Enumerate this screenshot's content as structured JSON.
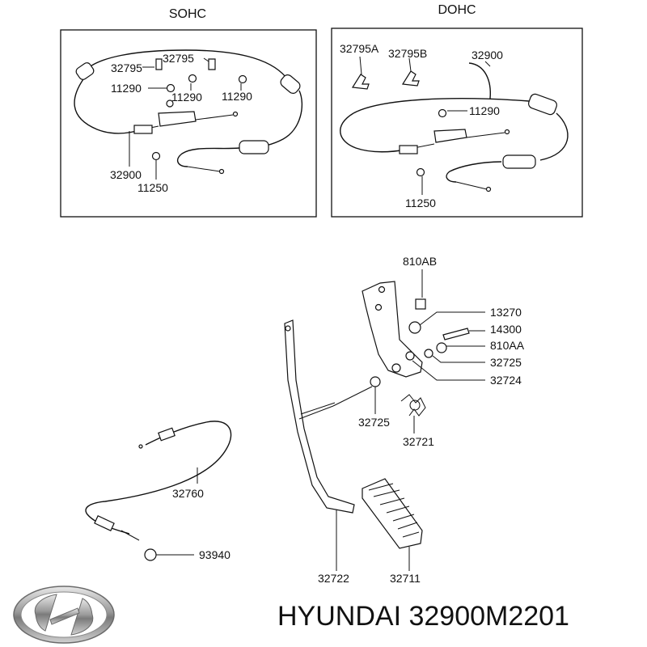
{
  "panels": {
    "sohc": {
      "title": "SOHC",
      "labels": [
        "32795",
        "32795",
        "11290",
        "11290",
        "11290",
        "32900",
        "11250"
      ]
    },
    "dohc": {
      "title": "DOHC",
      "labels": [
        "32795A",
        "32795B",
        "32900",
        "11290",
        "11250"
      ]
    }
  },
  "main": {
    "labels": [
      "810AB",
      "13270",
      "14300",
      "810AA",
      "32725",
      "32724",
      "32725",
      "32721",
      "32760",
      "93940",
      "32722",
      "32711"
    ]
  },
  "brand": {
    "caption": "HYUNDAI 32900M2201",
    "logo": "hyundai-logo-icon"
  }
}
